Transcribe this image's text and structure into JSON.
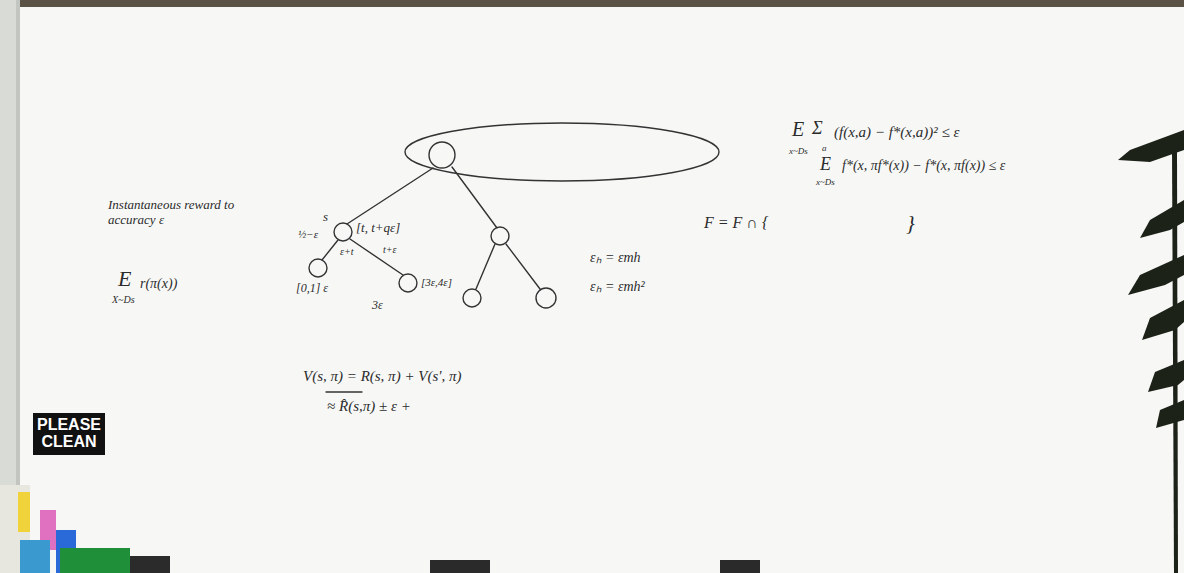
{
  "diagram": {
    "nodes": [
      {
        "text": [
          "PLEASE CLEAN"
        ]
      }
    ],
    "labels": [
      "Instantaneous reward to accuracy ε",
      "E",
      "X~Ds",
      "r(π(x))",
      "s",
      "½−ε",
      "[t, t+qε]",
      "ε+t",
      "t+ε",
      "[0,1] ε",
      "[3ε,4ε]",
      "3ε",
      "V(s, π) = R(s, π) + V(s', π)",
      "≈ R̂(s,π) ± ε +",
      "εₕ = εmh",
      "εₕ = εmh²",
      "F = F ∩ {",
      "}",
      "E",
      "x~Ds",
      "Σ",
      "a",
      "(f(x,a) − f*(x,a))² ≤ ε",
      "E",
      "x~Ds",
      "f*(x, πf*(x)) − f*(x, πf(x)) ≤ ε"
    ]
  }
}
